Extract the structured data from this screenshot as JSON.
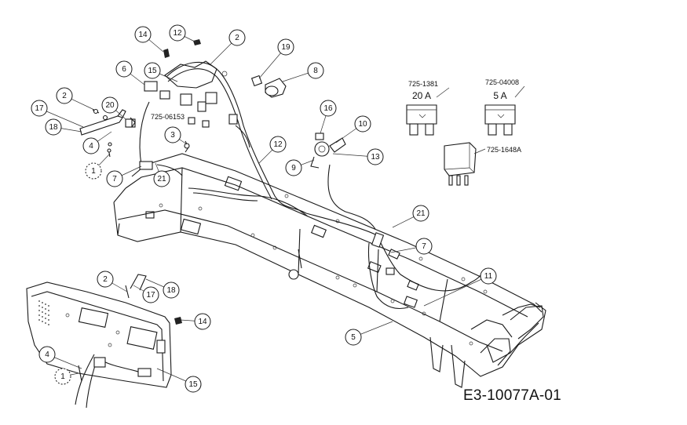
{
  "drawing_id": "E3-10077A-01",
  "part_numbers": {
    "wire_harness": "725-06153",
    "fuse_20a": "725-1381",
    "fuse_5a": "725-04008",
    "relay": "725-1648A"
  },
  "fuse_ratings": {
    "fuse_20a": "20 A",
    "fuse_5a": "5 A"
  },
  "callouts": [
    {
      "id": "c14a",
      "label": "14"
    },
    {
      "id": "c12a",
      "label": "12"
    },
    {
      "id": "c2a",
      "label": "2"
    },
    {
      "id": "c19",
      "label": "19"
    },
    {
      "id": "c8",
      "label": "8"
    },
    {
      "id": "c6",
      "label": "6"
    },
    {
      "id": "c15a",
      "label": "15"
    },
    {
      "id": "c2b",
      "label": "2"
    },
    {
      "id": "c17a",
      "label": "17"
    },
    {
      "id": "c20",
      "label": "20"
    },
    {
      "id": "c18a",
      "label": "18"
    },
    {
      "id": "c4a",
      "label": "4"
    },
    {
      "id": "c1a",
      "label": "1"
    },
    {
      "id": "c7a",
      "label": "7"
    },
    {
      "id": "c21a",
      "label": "21"
    },
    {
      "id": "c3",
      "label": "3"
    },
    {
      "id": "c12b",
      "label": "12"
    },
    {
      "id": "c16",
      "label": "16"
    },
    {
      "id": "c10",
      "label": "10"
    },
    {
      "id": "c13",
      "label": "13"
    },
    {
      "id": "c9",
      "label": "9"
    },
    {
      "id": "c21b",
      "label": "21"
    },
    {
      "id": "c7b",
      "label": "7"
    },
    {
      "id": "c11",
      "label": "11"
    },
    {
      "id": "c5",
      "label": "5"
    },
    {
      "id": "c2c",
      "label": "2"
    },
    {
      "id": "c17b",
      "label": "17"
    },
    {
      "id": "c18b",
      "label": "18"
    },
    {
      "id": "c14b",
      "label": "14"
    },
    {
      "id": "c4b",
      "label": "4"
    },
    {
      "id": "c1b",
      "label": "1"
    },
    {
      "id": "c15b",
      "label": "15"
    }
  ]
}
